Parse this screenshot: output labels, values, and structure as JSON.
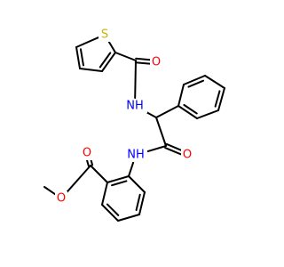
{
  "molecule": {
    "colors": {
      "O": "#ff0000",
      "N": "#0000ff",
      "S": "#c8b400",
      "bond": "#000000"
    },
    "labels": {
      "S": "S",
      "O_amide1": "O",
      "NH_amide1": "NH",
      "NH_amide2": "NH",
      "O_amide2": "O",
      "O_ester_carbonyl": "O",
      "O_ester_methoxy": "O"
    }
  }
}
